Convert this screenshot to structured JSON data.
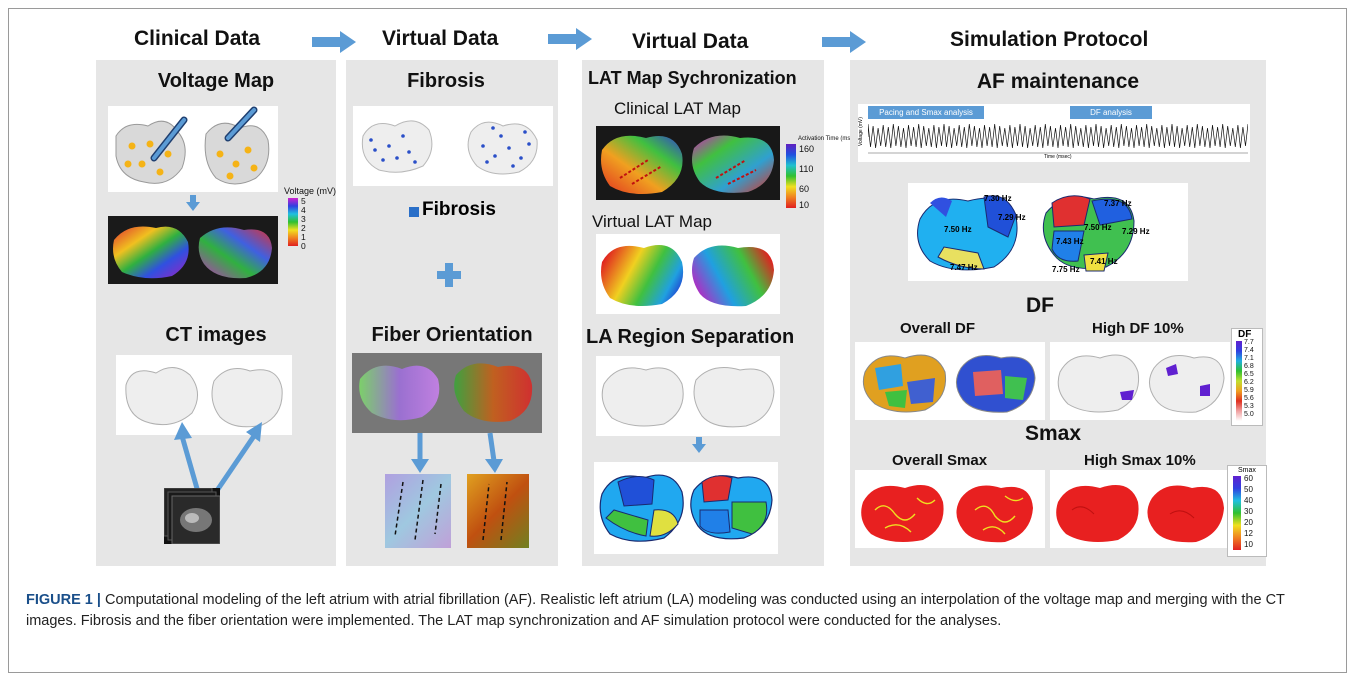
{
  "columns": {
    "clinical": "Clinical Data",
    "virtual1": "Virtual Data",
    "virtual2": "Virtual Data",
    "simulation": "Simulation Protocol"
  },
  "panel1": {
    "voltage_map": "Voltage Map",
    "ct_images": "CT images",
    "legend_title": "Voltage (mV)",
    "legend_ticks": [
      "5",
      "4",
      "3",
      "2",
      "1",
      "0"
    ]
  },
  "panel2": {
    "fibrosis": "Fibrosis",
    "fibrosis_legend": "Fibrosis",
    "fiber_orientation": "Fiber Orientation"
  },
  "panel3": {
    "lat_sync": "LAT Map Sychronization",
    "clinical_lat": "Clinical  LAT Map",
    "virtual_lat": "Virtual LAT Map",
    "legend_title": "Activation Time (ms)",
    "legend_ticks": [
      "160",
      "110",
      "60",
      "10"
    ],
    "la_region": "LA Region Separation"
  },
  "panel4": {
    "af_maintenance": "AF maintenance",
    "pacing_label": "Pacing and Smax analysis",
    "df_analysis_label": "DF analysis",
    "trace_ylabel": "Voltage (mV)",
    "trace_xlabel": "Time (msec)",
    "hz_labels": [
      "7.30 Hz",
      "7.29 Hz",
      "7.50 Hz",
      "7.47 Hz",
      "7.37 Hz",
      "7.50 Hz",
      "7.29 Hz",
      "7.43 Hz",
      "7.41 Hz",
      "7.75 Hz"
    ],
    "df_title": "DF",
    "overall_df": "Overall  DF",
    "high_df": "High DF 10%",
    "df_legend_title": "DF",
    "df_legend_ticks": [
      "7.7",
      "7.4",
      "7.1",
      "6.8",
      "6.5",
      "6.2",
      "5.9",
      "5.6",
      "5.3",
      "5.0"
    ],
    "smax_title": "Smax",
    "overall_smax": "Overall  Smax",
    "high_smax": "High Smax 10%",
    "smax_legend_title": "Smax",
    "smax_legend_ticks": [
      "60",
      "50",
      "40",
      "30",
      "20",
      "12",
      "10"
    ]
  },
  "caption": {
    "label": "FIGURE 1 |",
    "text": " Computational modeling of the left atrium with atrial fibrillation (AF). Realistic left atrium (LA) modeling was conducted using an interpolation of the voltage map and merging with the CT images. Fibrosis and the fiber orientation were implemented. The LAT map synchronization and AF simulation protocol were conducted for the analyses."
  },
  "colors": {
    "panel_bg": "#e6e6e6",
    "arrow_blue": "#5b9bd5",
    "caption_label": "#1a4f8a",
    "pacing_box": "#5b9bd5"
  }
}
